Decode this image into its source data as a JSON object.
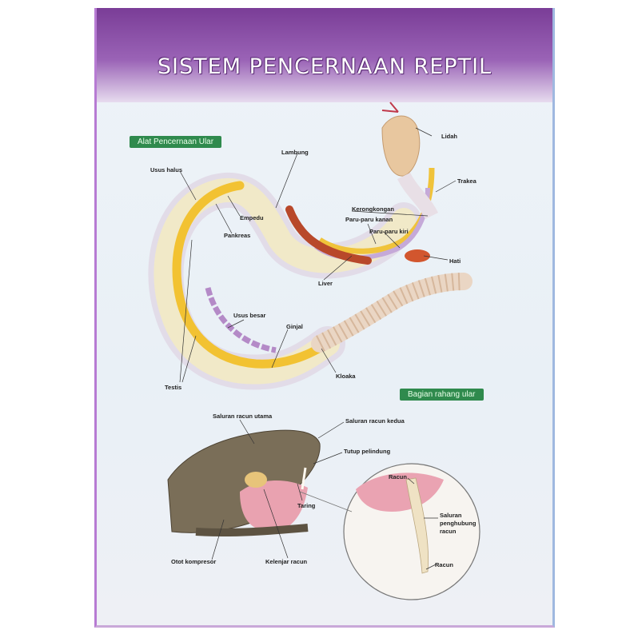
{
  "title": "SISTEM PENCERNAAN REPTIL",
  "sections": {
    "snake": "Alat Pencernaan Ular",
    "jaw": "Bagian rahang ular"
  },
  "snake_labels": {
    "lidah": "Lidah",
    "trakea": "Trakea",
    "lambung": "Lambung",
    "usus_halus": "Usus halus",
    "empedu": "Empedu",
    "pankreas": "Pankreas",
    "kerongkongan": "Kerongkongan",
    "paru_kanan": "Paru-paru kanan",
    "paru_kiri": "Paru-paru kiri",
    "hati": "Hati",
    "liver": "Liver",
    "usus_besar": "Usus besar",
    "ginjal": "Ginjal",
    "kloaka": "Kloaka",
    "testis": "Testis"
  },
  "jaw_labels": {
    "saluran_utama": "Saluran racun utama",
    "saluran_kedua": "Saluran racun kedua",
    "tutup": "Tutup pelindung",
    "taring": "Taring",
    "otot": "Otot kompresor",
    "kelenjar": "Kelenjar racun",
    "racun_top": "Racun",
    "saluran_penghubung": "Saluran penghubung racun",
    "racun_bottom": "Racun"
  }
}
